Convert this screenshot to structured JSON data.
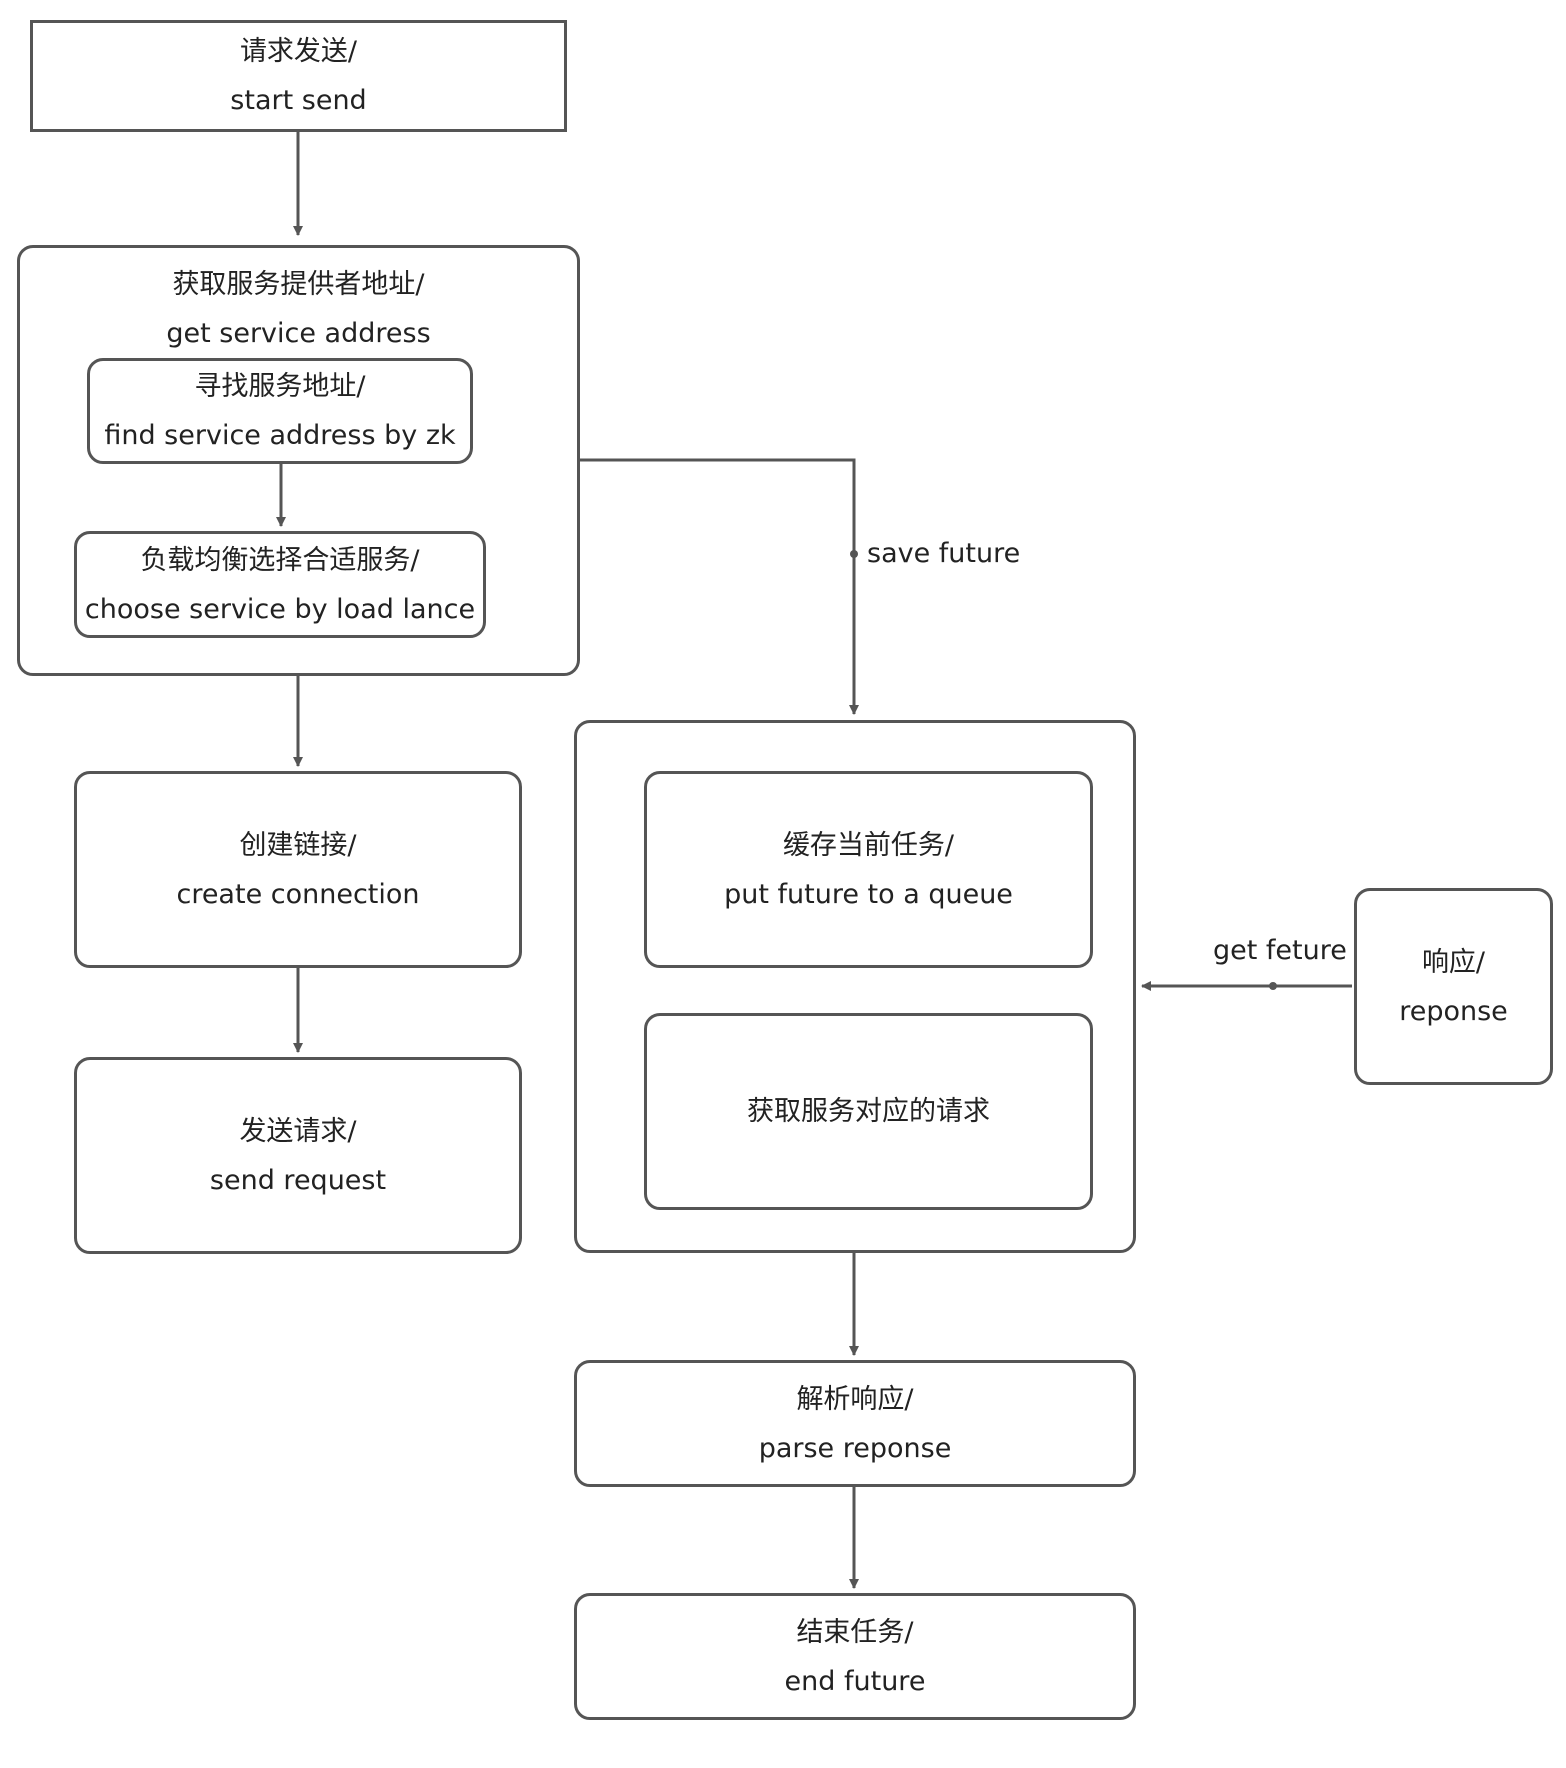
{
  "diagram": {
    "nodes": [
      {
        "id": "start",
        "lines": [
          "请求发送/",
          "start send"
        ]
      },
      {
        "id": "get-address",
        "lines": [
          "获取服务提供者地址/",
          "get service address"
        ]
      },
      {
        "id": "find-address",
        "lines": [
          "寻找服务地址/",
          "find service address by zk"
        ]
      },
      {
        "id": "load-balance",
        "lines": [
          "负载均衡选择合适服务/",
          "choose service by load lance"
        ]
      },
      {
        "id": "create-connection",
        "lines": [
          "创建链接/",
          "create connection"
        ]
      },
      {
        "id": "send-request",
        "lines": [
          "发送请求/",
          "send request"
        ]
      },
      {
        "id": "future-container",
        "lines": []
      },
      {
        "id": "cache-task",
        "lines": [
          "缓存当前任务/",
          "put future to a queue"
        ]
      },
      {
        "id": "get-request",
        "lines": [
          "获取服务对应的请求"
        ]
      },
      {
        "id": "response",
        "lines": [
          "响应/",
          "reponse"
        ]
      },
      {
        "id": "parse-response",
        "lines": [
          "解析响应/",
          "parse reponse"
        ]
      },
      {
        "id": "end-future",
        "lines": [
          "结束任务/",
          "end future"
        ]
      }
    ],
    "edge_labels": {
      "save_future": "save future",
      "get_feture": "get feture"
    },
    "edges": [
      {
        "from": "start",
        "to": "get-address"
      },
      {
        "from": "find-address",
        "to": "load-balance"
      },
      {
        "from": "get-address",
        "to": "create-connection"
      },
      {
        "from": "create-connection",
        "to": "send-request"
      },
      {
        "from": "get-address",
        "to": "future-container",
        "label": "save future"
      },
      {
        "from": "response",
        "to": "future-container",
        "label": "get feture"
      },
      {
        "from": "future-container",
        "to": "parse-response"
      },
      {
        "from": "parse-response",
        "to": "end-future"
      }
    ]
  },
  "colors": {
    "stroke": "#555555",
    "text": "#222222",
    "background": "#ffffff"
  }
}
